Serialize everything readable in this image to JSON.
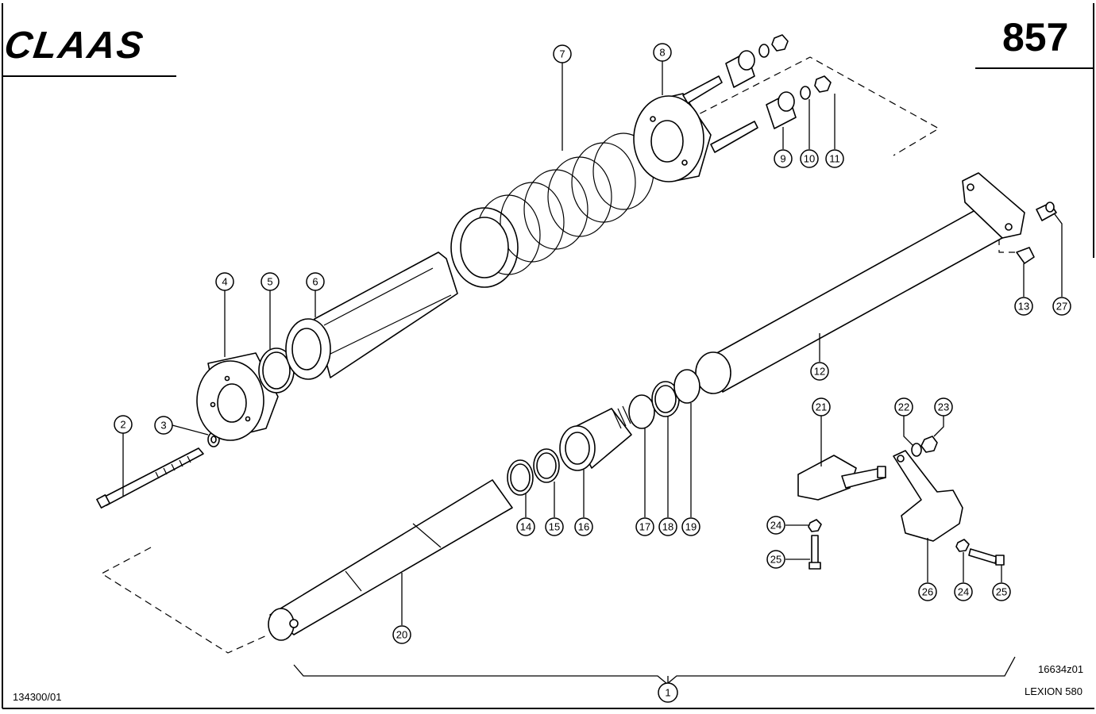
{
  "header": {
    "brand": "CLAAS",
    "page_number": "857"
  },
  "footer": {
    "doc_number": "134300/01",
    "drawing_ref": "16634z01",
    "model": "LEXION 580"
  },
  "callouts": [
    "1",
    "2",
    "3",
    "4",
    "5",
    "6",
    "7",
    "8",
    "9",
    "10",
    "11",
    "12",
    "13",
    "14",
    "15",
    "16",
    "17",
    "18",
    "19",
    "20",
    "21",
    "22",
    "23",
    "24",
    "25",
    "24",
    "25",
    "26",
    "27"
  ]
}
